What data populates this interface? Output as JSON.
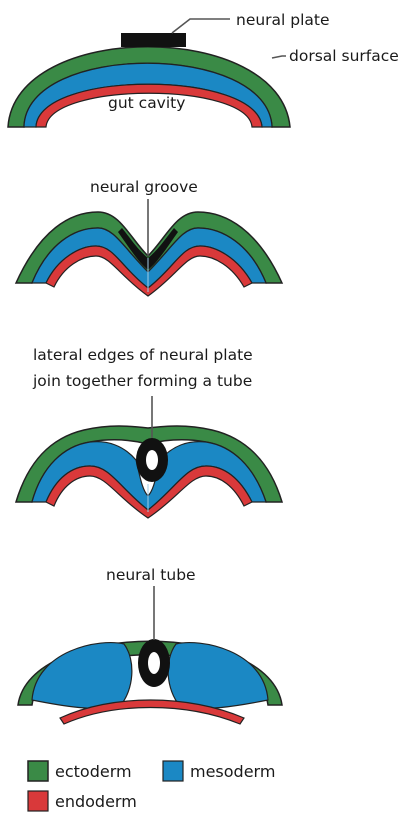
{
  "colors": {
    "ectoderm": "#3a8a46",
    "mesoderm": "#1b88c4",
    "endoderm": "#d9393a",
    "neural": "#111111",
    "outline": "#222222",
    "leader": "#555555"
  },
  "stage1": {
    "neural_plate": "neural plate",
    "dorsal_surface": "dorsal surface",
    "gut_cavity": "gut cavity"
  },
  "stage2": {
    "neural_groove": "neural groove"
  },
  "stage3": {
    "caption_line1": "lateral edges of neural plate",
    "caption_line2": "join together forming a tube"
  },
  "stage4": {
    "neural_tube": "neural tube"
  },
  "legend": {
    "ectoderm": "ectoderm",
    "mesoderm": "mesoderm",
    "endoderm": "endoderm"
  }
}
